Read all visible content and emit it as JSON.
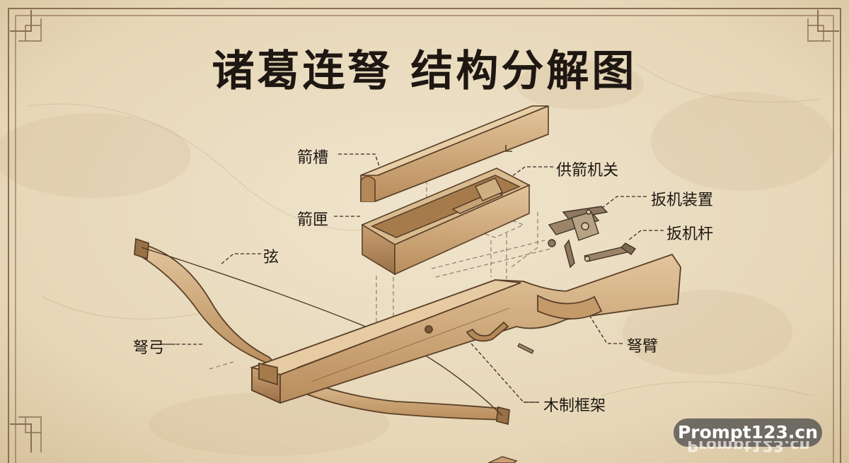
{
  "title": "诸葛连弩 结构分解图",
  "labels": {
    "arrow_groove": "箭槽",
    "feed_mechanism": "供箭机关",
    "trigger_device": "扳机装置",
    "arrow_box": "箭匣",
    "trigger_lever": "扳机杆",
    "string": "弦",
    "bow": "弩弓",
    "stock": "弩臂",
    "wooden_frame": "木制框架"
  },
  "watermark": "Prompt123.cn",
  "colors": {
    "paper": "#e9dcc0",
    "ink": "#1d1712",
    "wood_light": "#d8b88c",
    "wood_mid": "#c39a68",
    "wood_dark": "#8a6440",
    "border": "#8a6e55"
  }
}
